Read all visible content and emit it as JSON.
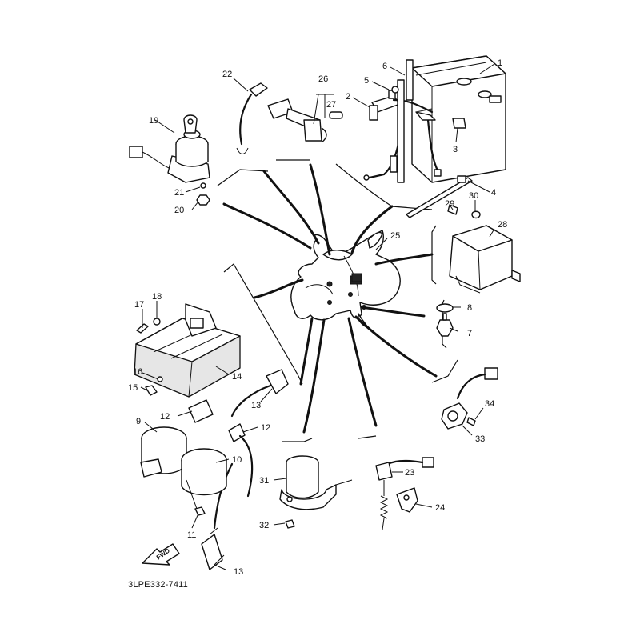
{
  "diagram": {
    "code": "3LPE332-7411",
    "fwd_label": "FWD",
    "callouts": [
      {
        "id": "c1",
        "label": "1"
      },
      {
        "id": "c2",
        "label": "2"
      },
      {
        "id": "c3",
        "label": "3"
      },
      {
        "id": "c4",
        "label": "4"
      },
      {
        "id": "c5",
        "label": "5"
      },
      {
        "id": "c6",
        "label": "6"
      },
      {
        "id": "c7",
        "label": "7"
      },
      {
        "id": "c8",
        "label": "8"
      },
      {
        "id": "c9",
        "label": "9"
      },
      {
        "id": "c10",
        "label": "10"
      },
      {
        "id": "c11",
        "label": "11"
      },
      {
        "id": "c12a",
        "label": "12"
      },
      {
        "id": "c12b",
        "label": "12"
      },
      {
        "id": "c13a",
        "label": "13"
      },
      {
        "id": "c13b",
        "label": "13"
      },
      {
        "id": "c14",
        "label": "14"
      },
      {
        "id": "c15",
        "label": "15"
      },
      {
        "id": "c16",
        "label": "16"
      },
      {
        "id": "c17",
        "label": "17"
      },
      {
        "id": "c18",
        "label": "18"
      },
      {
        "id": "c19",
        "label": "19"
      },
      {
        "id": "c20",
        "label": "20"
      },
      {
        "id": "c21",
        "label": "21"
      },
      {
        "id": "c22",
        "label": "22"
      },
      {
        "id": "c23",
        "label": "23"
      },
      {
        "id": "c24",
        "label": "24"
      },
      {
        "id": "c25",
        "label": "25"
      },
      {
        "id": "c26",
        "label": "26"
      },
      {
        "id": "c27",
        "label": "27"
      },
      {
        "id": "c28",
        "label": "28"
      },
      {
        "id": "c29",
        "label": "29"
      },
      {
        "id": "c30",
        "label": "30"
      },
      {
        "id": "c31",
        "label": "31"
      },
      {
        "id": "c32",
        "label": "32"
      },
      {
        "id": "c33",
        "label": "33"
      },
      {
        "id": "c34",
        "label": "34"
      }
    ]
  }
}
